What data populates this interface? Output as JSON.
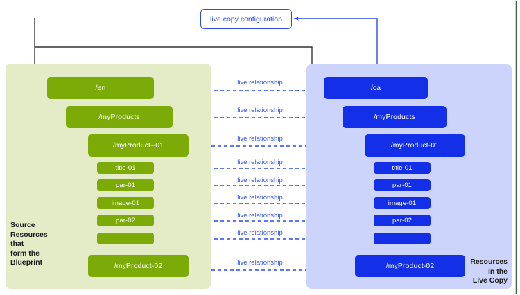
{
  "diagram": {
    "title_box": {
      "label": "live copy configuration"
    },
    "panels": {
      "source": {
        "caption": "Source\nResources\nthat\nform the\nBlueprint",
        "color": "#e4ebc7",
        "node_color": "#7cab08"
      },
      "live": {
        "caption": "Resources\nin the\nLive Copy",
        "color": "#ccd4fb",
        "node_color": "#132fe8"
      }
    },
    "source_nodes": [
      {
        "label": "/en"
      },
      {
        "label": "/myProducts"
      },
      {
        "label": "/myProduct--01"
      },
      {
        "label": "title-01"
      },
      {
        "label": "par-01"
      },
      {
        "label": "image-01"
      },
      {
        "label": "par-02"
      },
      {
        "label": "..."
      },
      {
        "label": "/myProduct-02"
      }
    ],
    "live_nodes": [
      {
        "label": "/ca"
      },
      {
        "label": "/myProducts"
      },
      {
        "label": "/myProduct-01"
      },
      {
        "label": "title-01"
      },
      {
        "label": "par-01"
      },
      {
        "label": "image-01"
      },
      {
        "label": "par-02"
      },
      {
        "label": "..."
      },
      {
        "label": "/myProduct-02"
      }
    ],
    "relationships": [
      {
        "label": "live relationship"
      },
      {
        "label": "live relationship"
      },
      {
        "label": "live relationship"
      },
      {
        "label": "live relationship"
      },
      {
        "label": "live relationship"
      },
      {
        "label": "live relationship"
      },
      {
        "label": "live relationship"
      },
      {
        "label": "live relationship"
      },
      {
        "label": "live relationship"
      }
    ],
    "colors": {
      "source_panel": "#e4ebc7",
      "source_node": "#7cab08",
      "live_panel": "#ccd4fb",
      "live_node": "#132fe8",
      "relationship_arrow": "#2a49f0",
      "tree_line": "#333333",
      "right_border": "#3e6b47"
    }
  }
}
